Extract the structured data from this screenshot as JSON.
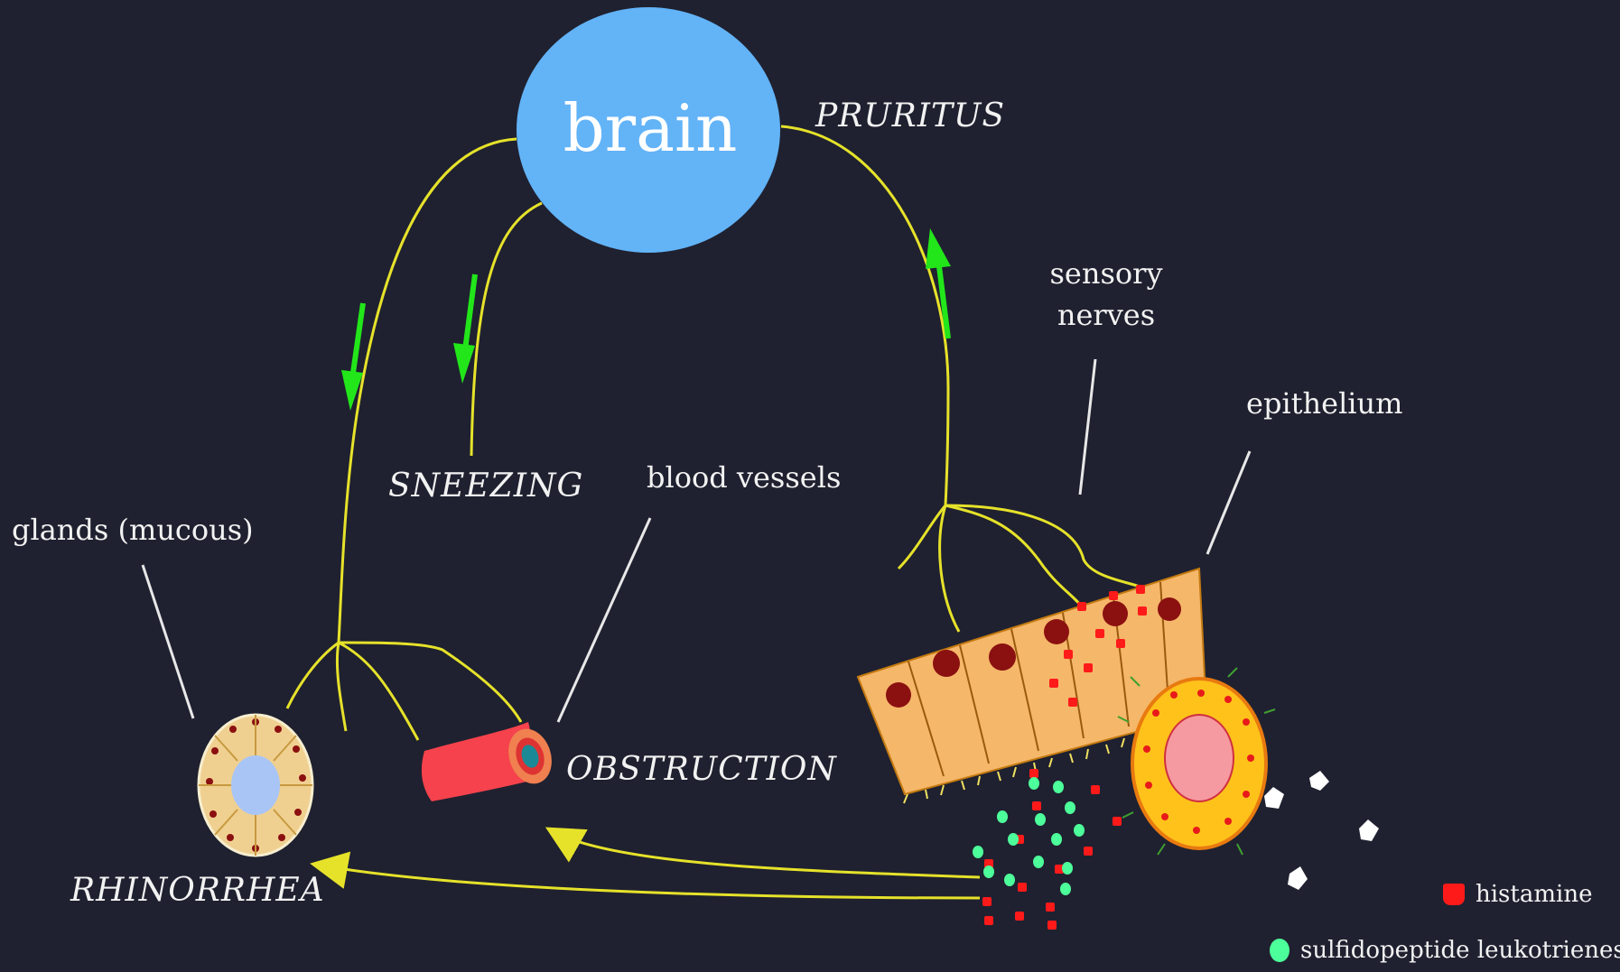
{
  "brain_label": "brain",
  "symptoms": {
    "pruritus": "PRURITUS",
    "sneezing": "SNEEZING",
    "obstruction": "OBSTRUCTION",
    "rhinorrhea": "RHINORRHEA"
  },
  "structures": {
    "sensory_nerves": [
      "sensory",
      "nerves"
    ],
    "epithelium": "epithelium",
    "blood_vessels": "blood vessels",
    "glands": "glands (mucous)"
  },
  "legend": {
    "histamine": "histamine",
    "leukotrienes": "sulfidopeptide leukotrienes"
  },
  "colors": {
    "background": "#1f2130",
    "brain": "#63b3f7",
    "nerve": "#e6e22a",
    "arrow": "#22e61a",
    "histamine": "#ff1a1a",
    "leukotriene": "#4dff9a",
    "epithelium": "#f5b76a"
  }
}
